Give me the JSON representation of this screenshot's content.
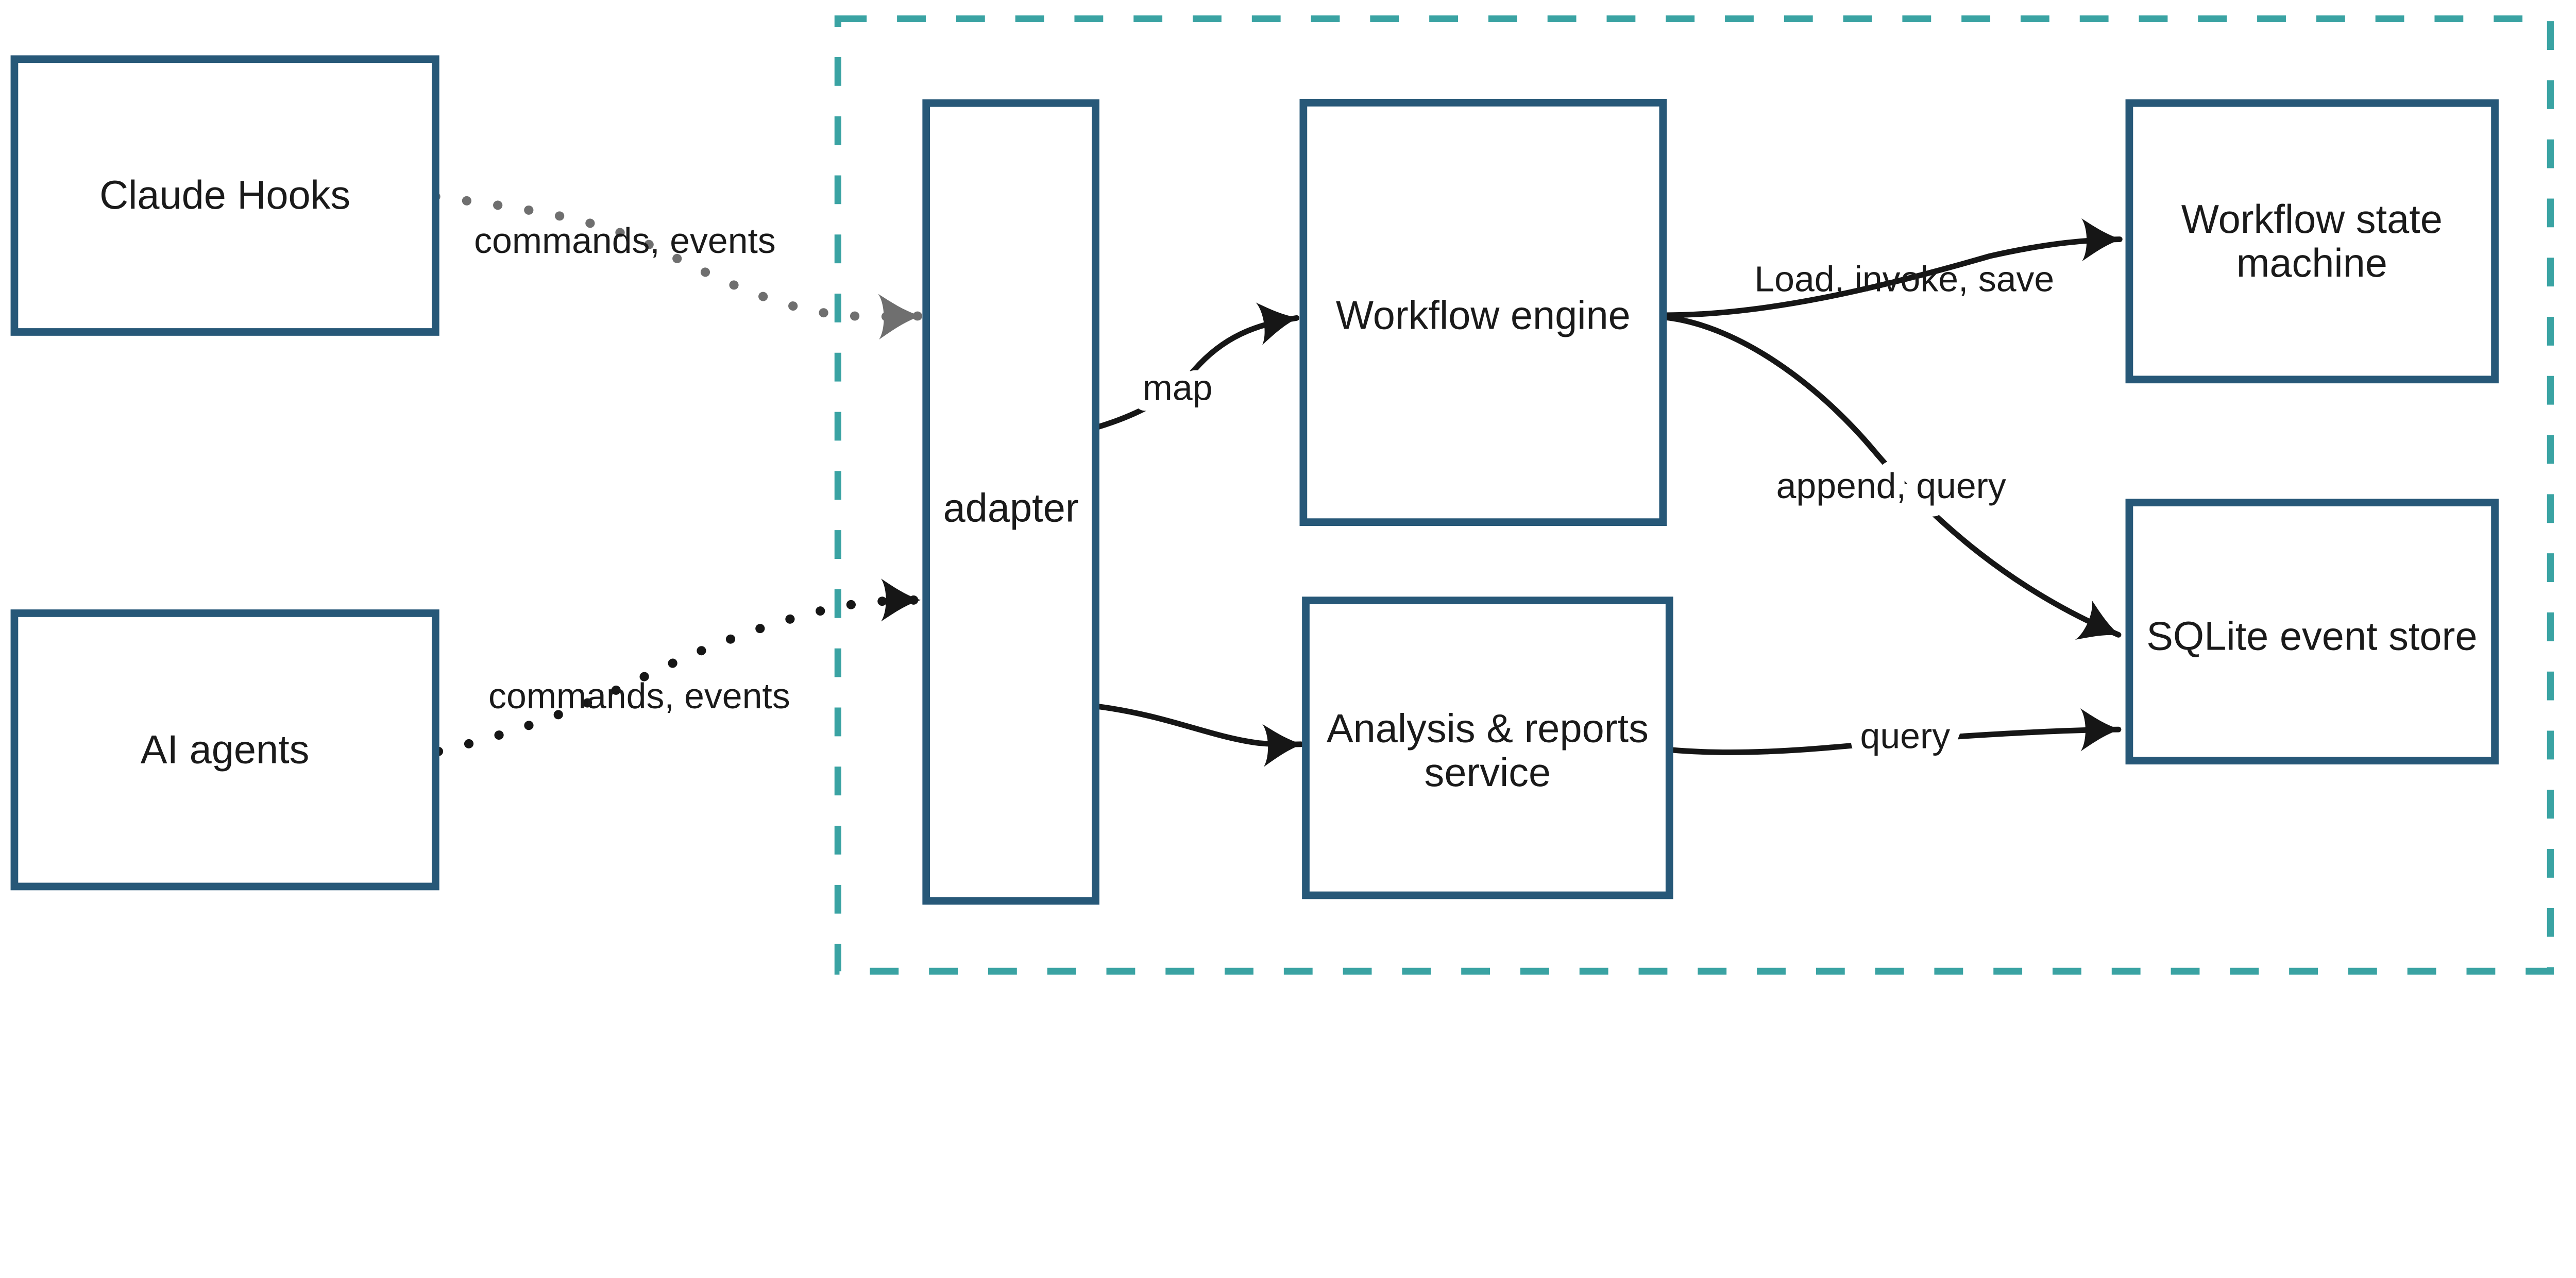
{
  "diagram": {
    "nodes": {
      "claude_hooks": {
        "label": "Claude Hooks"
      },
      "ai_agents": {
        "label": "AI agents"
      },
      "adapter": {
        "label": "adapter"
      },
      "workflow_engine": {
        "label": "Workflow engine"
      },
      "analysis_reports_service": {
        "line1": "Analysis & reports",
        "line2": "service"
      },
      "workflow_state_machine": {
        "line1": "Workflow state",
        "line2": "machine"
      },
      "sqlite_event_store": {
        "label": "SQLite event store"
      }
    },
    "edges": {
      "claude_hooks_to_adapter": {
        "label": "commands, events",
        "style": "dotted",
        "color": "#6f6f6f"
      },
      "ai_agents_to_adapter": {
        "label": "commands, events",
        "style": "dotted",
        "color": "#161616"
      },
      "adapter_to_workflow_engine": {
        "label": "map",
        "style": "solid",
        "color": "#161616"
      },
      "adapter_to_analysis_service": {
        "label": "",
        "style": "solid",
        "color": "#161616"
      },
      "workflow_engine_to_state_machine": {
        "label": "Load, invoke, save",
        "style": "solid",
        "color": "#161616"
      },
      "workflow_engine_to_sqlite": {
        "label": "append, query",
        "style": "solid",
        "color": "#161616"
      },
      "analysis_service_to_sqlite": {
        "label": "query",
        "style": "solid",
        "color": "#161616"
      }
    },
    "colors": {
      "node_border": "#275878",
      "boundary_dash": "#3aa3a3",
      "text": "#1a1a1a",
      "dotted_gray": "#6f6f6f",
      "line_black": "#161616",
      "background": "#ffffff"
    }
  }
}
